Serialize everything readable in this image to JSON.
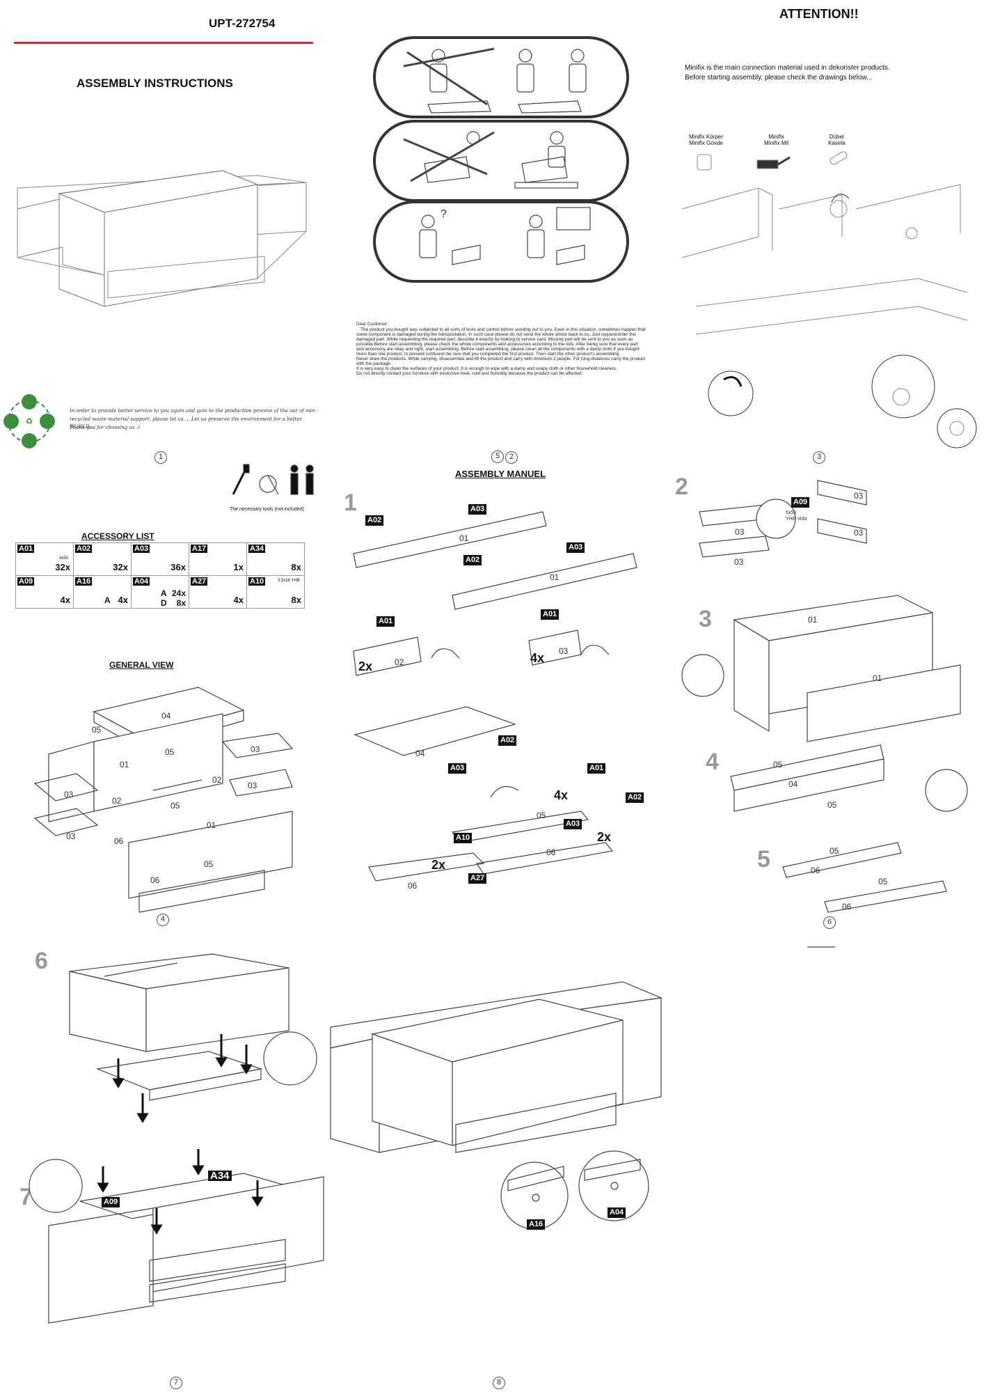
{
  "header": {
    "product_code": "UPT-272754",
    "title": "ASSEMBLY INSTRUCTIONS",
    "accent_color": "#d32f2f"
  },
  "page1": {
    "eco_text_line1": "In order to provide better service to you again and gain to the production process of the out of min -",
    "eco_text_line2": "recycled waste material support, please let us ... Let us preserve the environment for a better WORLD...",
    "eco_text_line3": "Thank you for choosing us :)",
    "page_number": "1"
  },
  "page2": {
    "dear_customer": "Dear Customer;",
    "notice_lines": [
      "The product you bought was subjected to all sorts of tests and control before sending out to you. Even in this situation, sometimes happen that",
      "some component is damaged during the transportation. In such case please do not send the whole article back to us. Just request/order the",
      "damaged part. While requesting the required part, describe it exactly by looking to service card. Missing part will be sent to you as soon as",
      "possible.Before start assembling, please check the whole components and accessories according to the lists. After being sure that every part",
      "and accessory are okay and right, start assembling. Before start assembling, please clean all the components with a damp cloth.If you bought",
      "more than one product, to prevent confusion be sure that you completed the first product. Then start the other product's assembling.",
      "Never draw the products. While carrying, disassemble and lift the product and carry with minimum 2 people. For long distances carry the product",
      "with the package.",
      "It is very easy to clean the surfaces of your product. It is enough to wipe with a damp and soapy cloth or other household cleaners.",
      "Do not directly contact your furniture with excessive heat, cold and humidity because the product can be affected."
    ],
    "page_number": "2"
  },
  "page3": {
    "title": "ATTENTION!!",
    "intro_line1": "Minifix is the main connection material used in dekorister products.",
    "intro_line2": "Before starting assembly, please check the drawings below...",
    "items": [
      {
        "line1": "Minifix Körper",
        "line2": "Minifix Gövde"
      },
      {
        "line1": "Minifix",
        "line2": "Minifix Mil"
      },
      {
        "line1": "Dübel",
        "line2": "Kavela"
      }
    ],
    "page_number": "3"
  },
  "tools": {
    "caption": "The necessary tools (not included)"
  },
  "accessory_list": {
    "title": "ACCESSORY LIST",
    "rows": [
      [
        {
          "code": "A01",
          "qty": "32x",
          "note": "4x50"
        },
        {
          "code": "A02",
          "qty": "32x"
        },
        {
          "code": "A03",
          "qty": "36x"
        },
        {
          "code": "A17",
          "qty": "1x"
        },
        {
          "code": "A34",
          "qty": "8x"
        }
      ],
      [
        {
          "code": "A09",
          "qty": "4x"
        },
        {
          "code": "A16",
          "qty": "4x",
          "letter": "A"
        },
        {
          "code": "A04",
          "qty_a": "24x",
          "qty_d": "8x",
          "letter_a": "A",
          "letter_d": "D"
        },
        {
          "code": "A27",
          "qty": "4x"
        },
        {
          "code": "A10",
          "qty": "8x",
          "note": "3,5x16 YHB"
        }
      ]
    ]
  },
  "general_view": {
    "title": "GENERAL VIEW",
    "labels": [
      "04",
      "05",
      "05",
      "03",
      "01",
      "02",
      "03",
      "03",
      "02",
      "05",
      "03",
      "06",
      "01",
      "05",
      "06"
    ],
    "page_number": "4"
  },
  "assembly_manual": {
    "title": "ASSEMBLY MANUEL",
    "step1": {
      "number": "1",
      "codes": [
        "A02",
        "A03",
        "A03",
        "A02"
      ],
      "parts": [
        "01",
        "01"
      ],
      "sub_a": {
        "mult": "2x",
        "code": "A01",
        "part": "02"
      },
      "sub_b": {
        "mult": "4x",
        "code": "A01",
        "part": "03"
      },
      "sub_c": {
        "code_a": "A02",
        "code_b": "A03",
        "part": "04"
      },
      "sub_d": {
        "mult": "4x",
        "code_a": "A01",
        "code_b": "A02",
        "code_c": "A03",
        "part_a": "05",
        "part_b": "06",
        "mult2": "2x"
      },
      "sub_e": {
        "mult": "2x",
        "code_a": "A10",
        "code_b": "A27",
        "part": "06"
      }
    },
    "page_number": "5"
  },
  "page6": {
    "step2": {
      "number": "2",
      "code": "A09",
      "screw_note1": "6x50",
      "screw_note2": "YHB Vida",
      "parts": [
        "03",
        "03",
        "03",
        "03"
      ]
    },
    "step3": {
      "number": "3",
      "parts": [
        "01",
        "01"
      ]
    },
    "step4": {
      "number": "4",
      "parts": [
        "05",
        "04",
        "05"
      ]
    },
    "step5": {
      "number": "5",
      "parts": [
        "05",
        "06",
        "05",
        "06"
      ]
    },
    "page_number": "6"
  },
  "page7": {
    "step6": {
      "number": "6"
    },
    "step7": {
      "number": "7",
      "code_a": "A34",
      "code_b": "A09"
    },
    "page_number": "7"
  },
  "page8": {
    "code_a": "A16",
    "code_b": "A04",
    "page_number": "8"
  }
}
